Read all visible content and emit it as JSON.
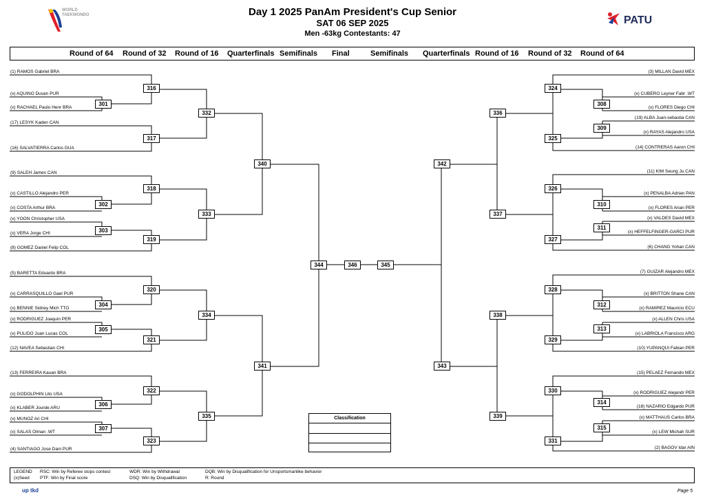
{
  "header": {
    "title": "Day 1 2025 PanAm President's Cup Senior",
    "date": "SAT 06 SEP 2025",
    "subtitle": "Men -63kg  Contestants: 47",
    "left_logo": {
      "line1": "WORLD",
      "line2": "TAEKWONDO"
    },
    "right_logo": {
      "text": "PATU"
    }
  },
  "rounds": {
    "left": [
      "Round of 64",
      "Round of 32",
      "Round of 16",
      "Quarterfinals",
      "Semifinals"
    ],
    "center": "Final",
    "right": [
      "Semifinals",
      "Quarterfinals",
      "Round of 16",
      "Round of 32",
      "Round of 64"
    ]
  },
  "left_entries": [
    "(1) RAMOS Gabriel BRA",
    "(x) AQUINO Duvan PUR",
    "(x) RACHAEL Paulo Henr BRA",
    "(17) LESYK Kaden CAN",
    "(16) SALVATIERRA Carlos GUA",
    "(9) SALEH James CAN",
    "(x) CASTILLO Alejandro PER",
    "(x) COSTA Arthur BRA",
    "(x) YOON Christopher USA",
    "(x) VERA Jorge CHI",
    "(8) GOMEZ Daniel Felip COL",
    "(5) BARETTA Eduardo BRA",
    "(x) CARRASQUILLO Gael PUR",
    "(x) BENNIE Sidney Mich TTO",
    "(x) RODRIGUEZ Joaquin PER",
    "(x) PULIDO Juan Lucas COL",
    "(12) NAVEA Sebastian CHI",
    "(13) FERREIRA Kauan BRA",
    "(x) GODOLPHIN Lito USA",
    "(x) KLABER Jourde ARU",
    "(x) MUNOZ Ari CHI",
    "(x) SALAS Olman .WT",
    "(4) SANTIAGO Jose Dani PUR"
  ],
  "right_entries": [
    "(3) MILLAN David MEX",
    "(x) CUBERO Leyner Fabr .WT",
    "(x) FLORES Diego CHI",
    "(19) ALBA Juan-sebastia CAN",
    "(x) RAYAS Alejandro USA",
    "(14) CONTRERAS Aaron CHI",
    "(11) KIM Seung Ju CAN",
    "(x) PENALBA Adrian PAN",
    "(x) FLORES Arian PER",
    "(x) VALDES David MEX",
    "(x) HEFFELFINGER-GARCI PUR",
    "(6) CHANG Yohan CAN",
    "(7) GUIZAR Alejandro MEX",
    "(x) BRITTON Shane CAN",
    "(x) RAMIREZ Mauricio ECU",
    "(x) ALLEN Chris USA",
    "(x) LABRIOLA Francisco ARG",
    "(10) YUPANQUI Fabian PER",
    "(15) PELAEZ Fernando MEX",
    "(x) RODRIGUEZ Alejandr PER",
    "(18) NAZARIO Edgardo PUR",
    "(x) MATTHAUS Carlos BRA",
    "(x) LEW Michah SUR",
    "(2) BAGOV Idar AIN"
  ],
  "matches": {
    "left_r64": [
      "301",
      "302",
      "303",
      "304",
      "305",
      "306",
      "307"
    ],
    "left_r32": [
      "316",
      "317",
      "318",
      "319",
      "320",
      "321",
      "322",
      "323"
    ],
    "left_r16": [
      "332",
      "333",
      "334",
      "335"
    ],
    "left_qf": [
      "340",
      "341"
    ],
    "left_sf": "344",
    "final": "346",
    "right_sf": "345",
    "right_qf": [
      "342",
      "343"
    ],
    "right_r16": [
      "336",
      "337",
      "338",
      "339"
    ],
    "right_r32": [
      "324",
      "325",
      "326",
      "327",
      "328",
      "329",
      "330",
      "331"
    ],
    "right_r64": [
      "308",
      "309",
      "310",
      "311",
      "312",
      "313",
      "314",
      "315"
    ]
  },
  "classification": {
    "title": "Classification"
  },
  "legend": {
    "label": "LEGEND",
    "rsc": "RSC: Win by Referee stops contest",
    "wdr": "WDR: Win by Withdrawal",
    "dqb": "DQB: Win by Disqualification for Unsportsmanlike behavior",
    "seed": "(x)Seed",
    "ptf": "PTF: Win by Final score",
    "dsq": "DSQ: Win by Disqualification",
    "round": "R: Round"
  },
  "footer": {
    "logo": "up tkd",
    "page": "Page 5"
  }
}
